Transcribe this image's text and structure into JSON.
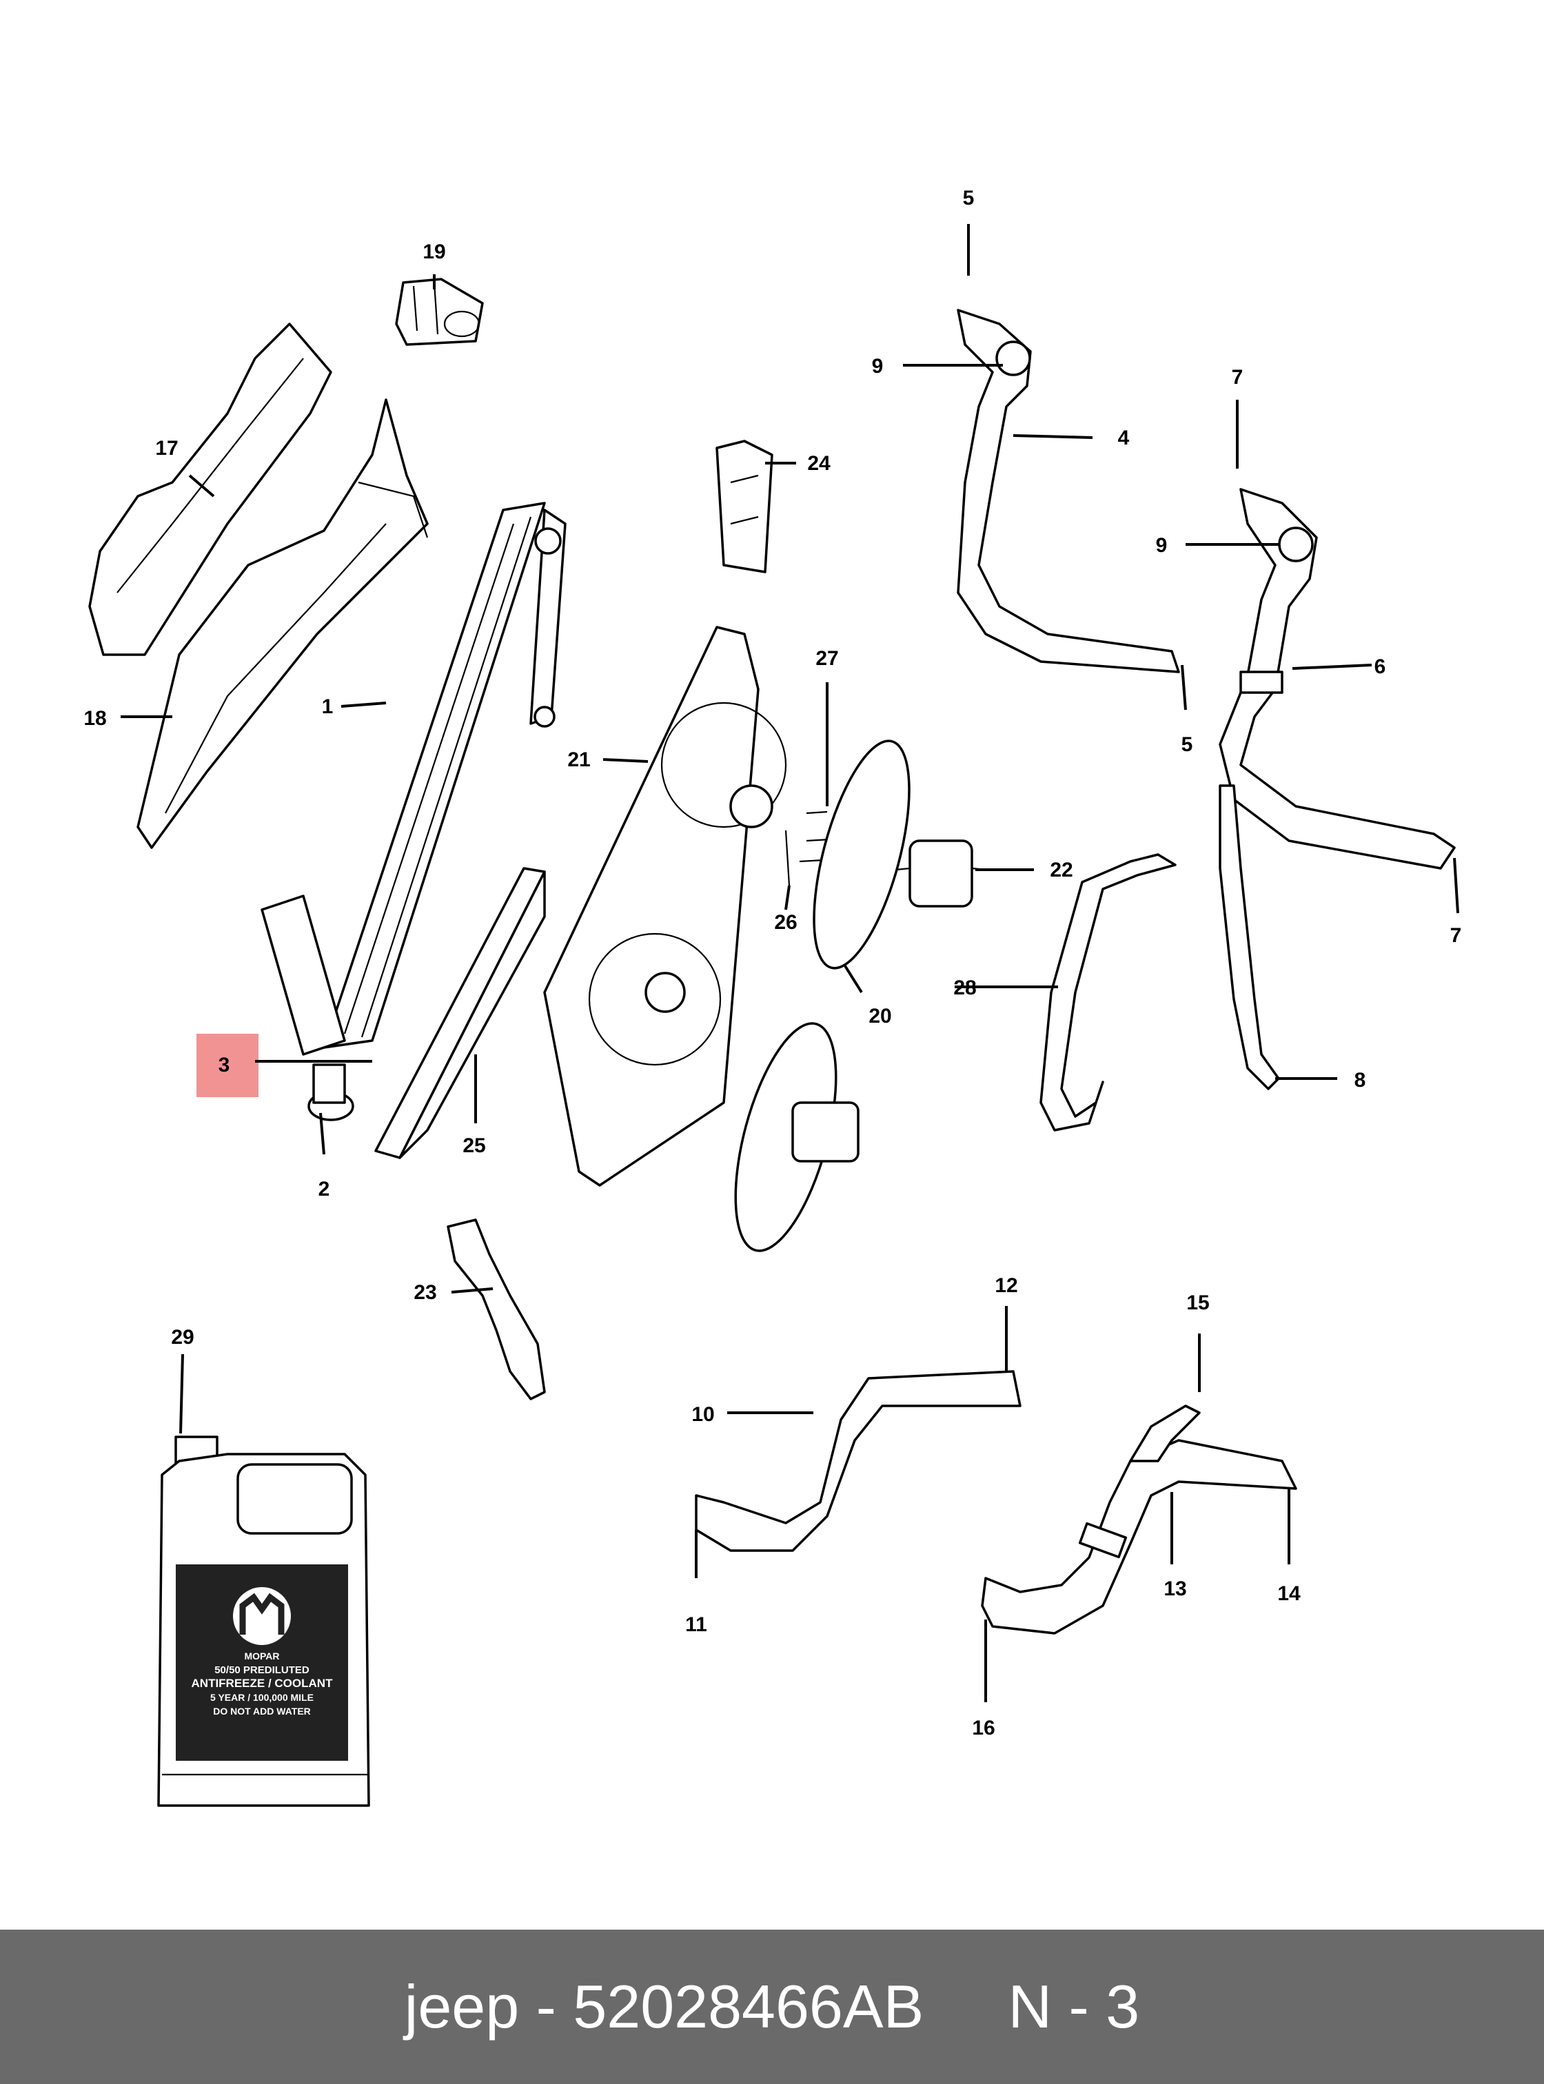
{
  "callouts": [
    "1",
    "2",
    "3",
    "4",
    "5",
    "5",
    "6",
    "7",
    "7",
    "8",
    "9",
    "9",
    "10",
    "11",
    "12",
    "13",
    "14",
    "15",
    "16",
    "17",
    "18",
    "19",
    "20",
    "21",
    "22",
    "23",
    "24",
    "25",
    "26",
    "27",
    "28",
    "29"
  ],
  "highlighted_callout": "3",
  "highlight_color": "#f08080",
  "jug_label": {
    "brand": "MOPAR",
    "line1": "50/50 PREDILUTED",
    "line2": "ANTIFREEZE / COOLANT",
    "line3": "5 YEAR / 100,000 MILE",
    "line4": "DO NOT ADD WATER"
  },
  "footer": {
    "brand": "jeep",
    "part_number": "52028466AB",
    "ref": "N - 3",
    "background": "#6a6a6a"
  }
}
